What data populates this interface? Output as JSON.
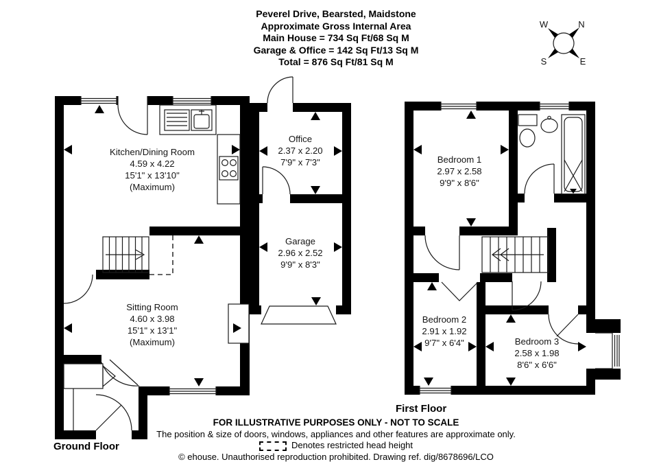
{
  "title": {
    "address": "Peverel Drive, Bearsted, Maidstone",
    "subtitle": "Approximate Gross Internal Area",
    "main_house": "Main House = 734 Sq Ft/68 Sq M",
    "garage_office": "Garage & Office = 142 Sq Ft/13 Sq M",
    "total": "Total = 876 Sq Ft/81 Sq M"
  },
  "compass": {
    "north": "N",
    "east": "E",
    "south": "S",
    "west": "W"
  },
  "floors": {
    "ground": {
      "label": "Ground Floor",
      "rooms": [
        {
          "name": "Kitchen/Dining Room",
          "metric": "4.59 x 4.22",
          "imperial": "15'1\" x 13'10\"",
          "note": "(Maximum)"
        },
        {
          "name": "Office",
          "metric": "2.37 x 2.20",
          "imperial": "7'9\" x 7'3\"",
          "note": ""
        },
        {
          "name": "Garage",
          "metric": "2.96 x 2.52",
          "imperial": "9'9\" x 8'3\"",
          "note": ""
        },
        {
          "name": "Sitting Room",
          "metric": "4.60 x 3.98",
          "imperial": "15'1\" x 13'1\"",
          "note": "(Maximum)"
        }
      ]
    },
    "first": {
      "label": "First Floor",
      "rooms": [
        {
          "name": "Bedroom 1",
          "metric": "2.97 x 2.58",
          "imperial": "9'9\" x 8'6\"",
          "note": ""
        },
        {
          "name": "Bedroom 2",
          "metric": "2.91 x 1.92",
          "imperial": "9'7\" x 6'4\"",
          "note": ""
        },
        {
          "name": "Bedroom 3",
          "metric": "2.58 x 1.98",
          "imperial": "8'6\" x 6'6\"",
          "note": ""
        }
      ]
    }
  },
  "footer": {
    "disclaimer": "FOR ILLUSTRATIVE PURPOSES ONLY - NOT TO SCALE",
    "approx_note": "The position & size of doors, windows, appliances and other features are approximate only.",
    "legend_text": "Denotes restricted head height",
    "copyright": "© ehouse. Unauthorised reproduction prohibited. Drawing ref. dig/8678696/LCO"
  },
  "colors": {
    "ink": "#000000",
    "background": "#ffffff"
  }
}
